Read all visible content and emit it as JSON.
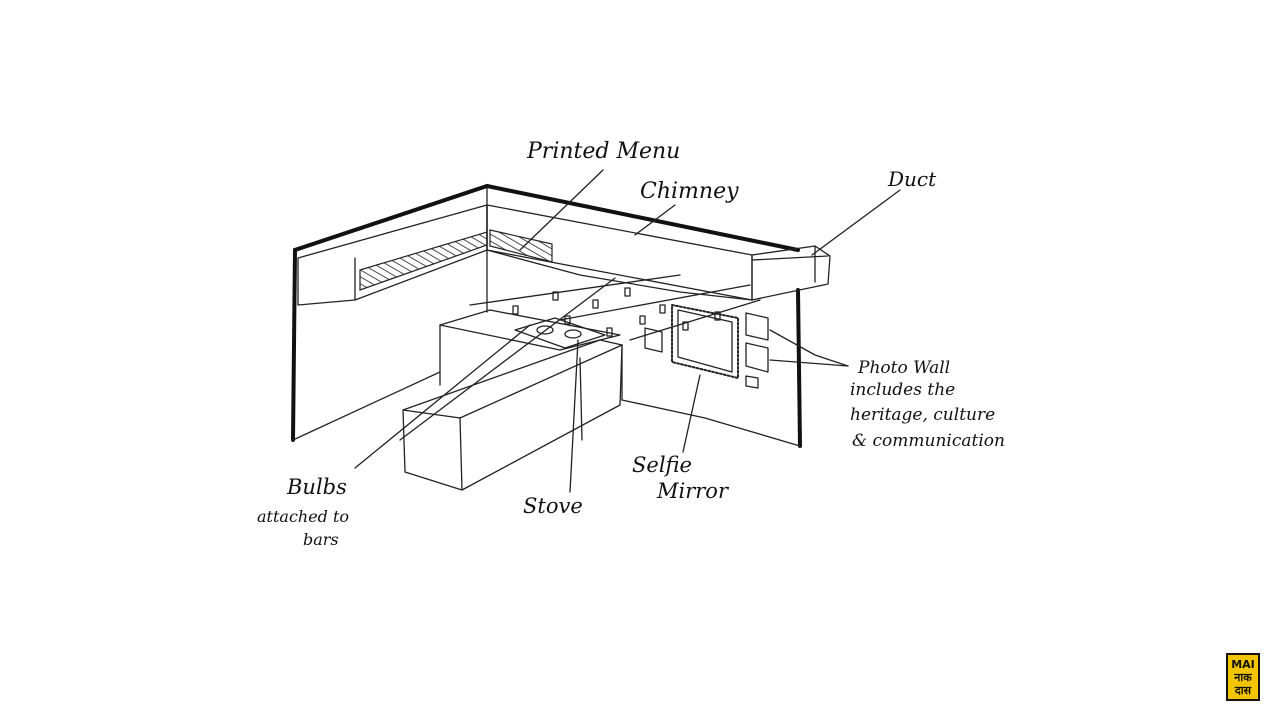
{
  "labels": {
    "printed_menu": "Printed Menu",
    "chimney": "Chimney",
    "duct": "Duct",
    "photo_wall": [
      "Photo Wall",
      "includes the",
      "heritage, culture",
      "& communication"
    ],
    "bulbs": [
      "Bulbs",
      "attached to",
      "bars"
    ],
    "stove": "Stove",
    "selfie_mirror": [
      "Selfie",
      "Mirror"
    ]
  },
  "logo": {
    "line1": "MAI",
    "line2": "नाक",
    "line3": "दास"
  },
  "colors": {
    "ink": "#111111",
    "logo_bg": "#f2c500"
  }
}
